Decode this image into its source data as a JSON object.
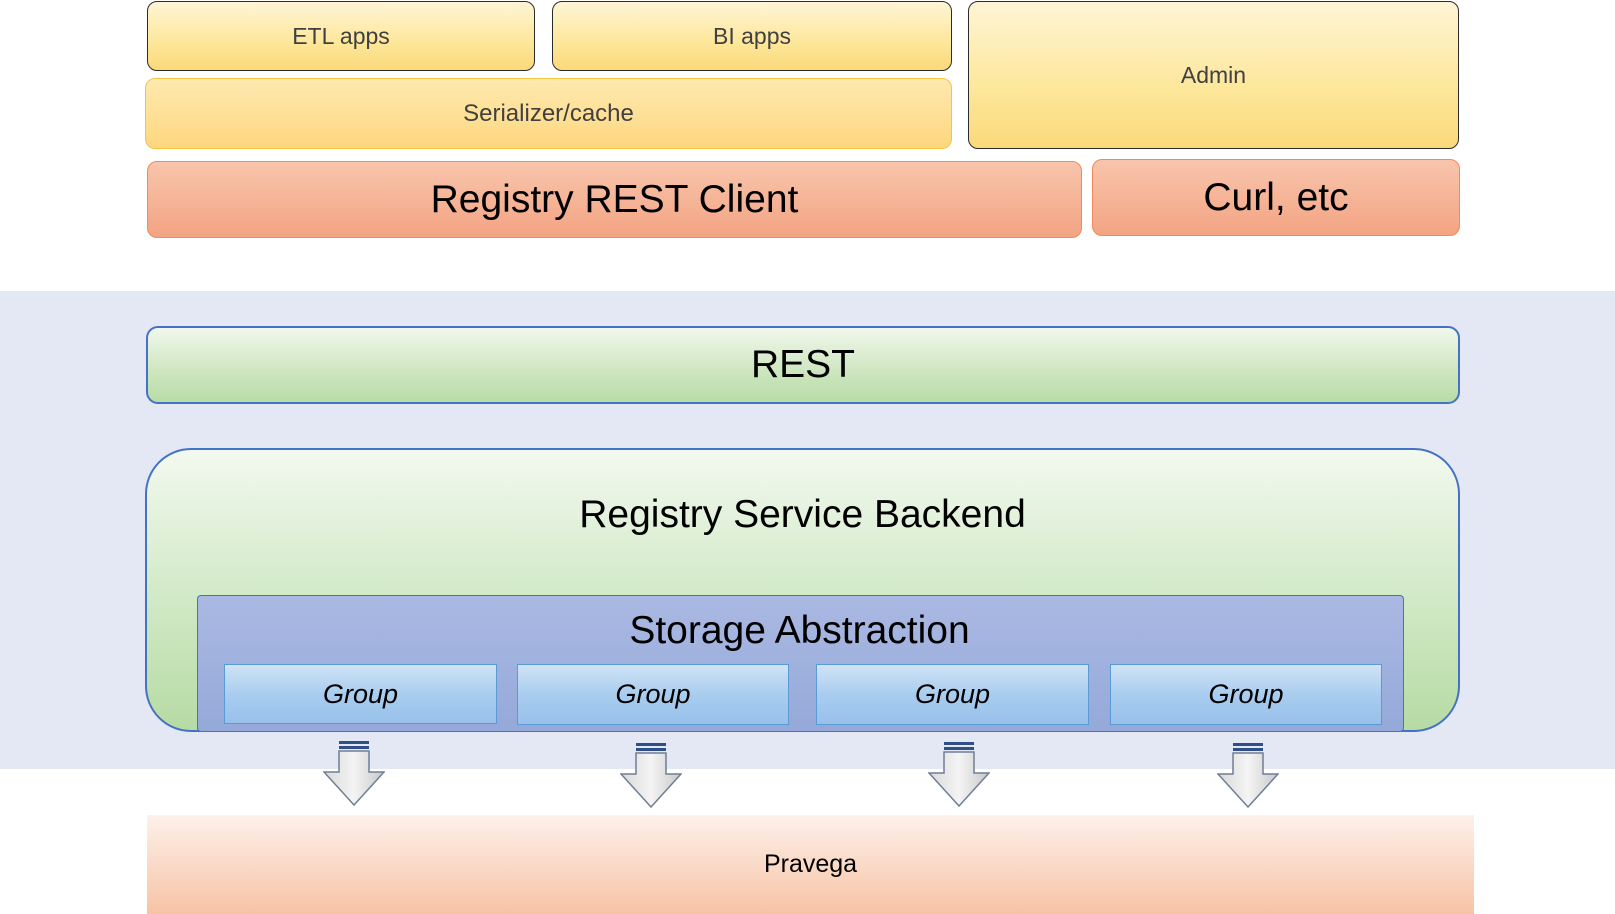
{
  "client_tier": {
    "etl_apps": "ETL apps",
    "bi_apps": "BI apps",
    "admin": "Admin",
    "serializer_cache": "Serializer/cache",
    "registry_rest_client": "Registry REST Client",
    "curl_etc": "Curl, etc"
  },
  "server_tier": {
    "rest": "REST",
    "backend_title": "Registry Service Backend",
    "storage_title": "Storage Abstraction",
    "groups": [
      "Group",
      "Group",
      "Group",
      "Group"
    ]
  },
  "storage": {
    "pravega": "Pravega"
  },
  "colors": {
    "client_yellow": "#fde79a",
    "client_salmon": "#f3a482",
    "server_band": "#e3e8f4",
    "rest_green": "#c7e3b8",
    "storage_blue": "#95a9da",
    "group_blue": "#a9cdef",
    "pravega_orange": "#f7c3a5",
    "border_blue": "#4472c4"
  },
  "icons": {
    "flow_arrow": "down-arrow-icon"
  }
}
